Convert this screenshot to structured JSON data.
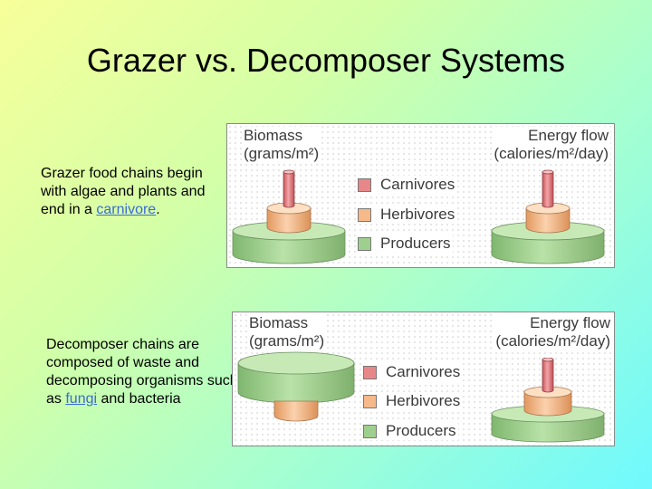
{
  "title": "Grazer vs. Decomposer Systems",
  "grazer": {
    "text_before_link": "Grazer food chains begin with algae and plants and end in a ",
    "link": "carnivore",
    "text_after_link": ".",
    "figure": {
      "left_heading": "Biomass",
      "left_unit": "(grams/m²)",
      "right_heading": "Energy flow",
      "right_unit": "(calories/m²/day)",
      "legend": [
        "Carnivores",
        "Herbivores",
        "Producers"
      ]
    }
  },
  "decomposer": {
    "text_before_link": "Decomposer chains are composed of waste and decomposing organisms such as ",
    "link": "fungi",
    "text_after_link": " and bacteria",
    "figure": {
      "left_heading": "Biomass",
      "left_unit": "(grams/m²)",
      "right_heading": "Energy flow",
      "right_unit": "(calories/m²/day)",
      "legend": [
        "Carnivores",
        "Herbivores",
        "Producers"
      ]
    }
  },
  "colors": {
    "carnivores": "#e8878a",
    "herbivores": "#f5b98a",
    "producers": "#9fcf8e"
  }
}
